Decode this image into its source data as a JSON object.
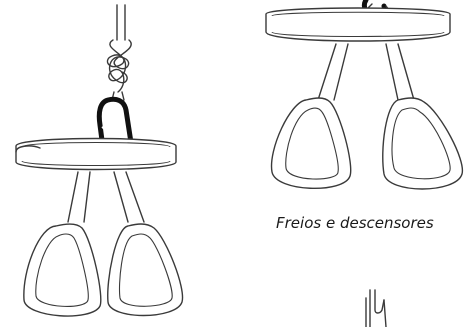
{
  "caption": "Freios e descensores",
  "figures": [
    {
      "name": "harness-hanging-from-rope"
    },
    {
      "name": "harness-with-carabiner"
    },
    {
      "name": "descender-device"
    }
  ],
  "colors": {
    "stroke": "#3a3a3a",
    "carabiner": "#111111",
    "rope": "#555555",
    "background": "#ffffff"
  }
}
